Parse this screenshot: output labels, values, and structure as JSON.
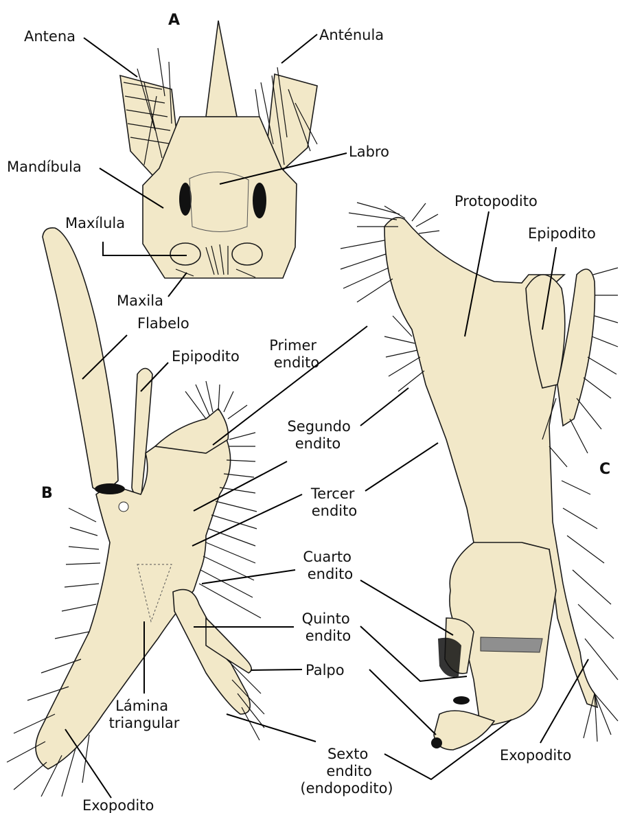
{
  "colors": {
    "appendage_fill": "#f2e8c8",
    "outline": "#1a1a1a",
    "background": "#ffffff"
  },
  "panels": {
    "a": "A",
    "b": "B",
    "c": "C"
  },
  "labels": {
    "antena": "Antena",
    "antenula": "Anténula",
    "labro": "Labro",
    "mandibula": "Mandíbula",
    "maxilula": "Maxílula",
    "maxila": "Maxila",
    "protopodito": "Protopodito",
    "epipodito_c": "Epipodito",
    "flabelo": "Flabelo",
    "epipodito_b": "Epipodito",
    "primer_endito": [
      "Primer",
      "endito"
    ],
    "segundo_endito": [
      "Segundo",
      "endito"
    ],
    "tercer_endito": [
      "Tercer",
      "endito"
    ],
    "cuarto_endito": [
      "Cuarto",
      "endito"
    ],
    "quinto_endito": [
      "Quinto",
      "endito"
    ],
    "palpo": "Palpo",
    "lamina_triangular": [
      "Lámina",
      "triangular"
    ],
    "sexto_endito": [
      "Sexto",
      "endito",
      "(endopodito)"
    ],
    "exopodito_b": "Exopodito",
    "exopodito_c": "Exopodito"
  }
}
